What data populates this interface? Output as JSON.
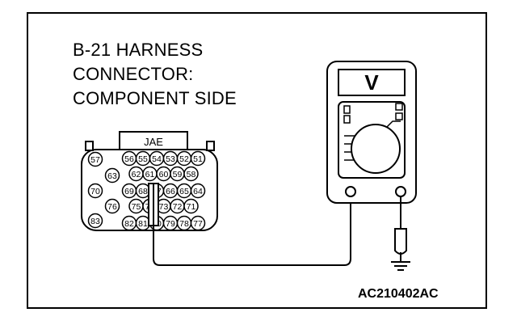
{
  "title": {
    "line1": "B-21 HARNESS",
    "line2": "CONNECTOR:",
    "line3": "COMPONENT SIDE"
  },
  "connector": {
    "maker_label": "JAE",
    "left_terminals": [
      "57",
      "63",
      "70",
      "76",
      "83"
    ],
    "grid_rows": [
      [
        "56",
        "55",
        "54",
        "53",
        "52",
        "51"
      ],
      [
        "62",
        "61",
        "60",
        "59",
        "58"
      ],
      [
        "69",
        "68",
        "67",
        "66",
        "65",
        "64"
      ],
      [
        "75",
        "74",
        "73",
        "72",
        "71"
      ],
      [
        "82",
        "81",
        "80",
        "79",
        "78",
        "77"
      ]
    ]
  },
  "meter": {
    "unit_symbol": "V"
  },
  "figure_code": "AC210402AC"
}
